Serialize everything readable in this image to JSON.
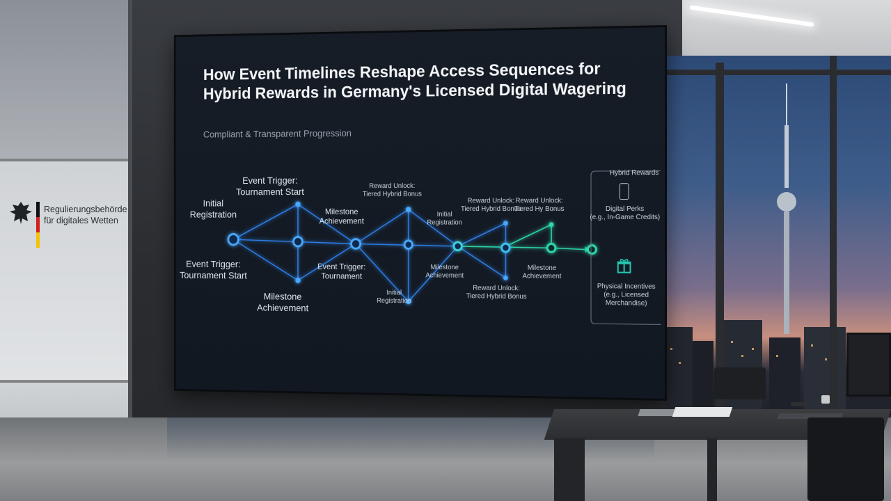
{
  "room": {
    "wall_sign": {
      "line1": "Regulierungsbehörde",
      "line2": "für digitales Wetten"
    }
  },
  "screen": {
    "title_line1": "How Event Timelines Reshape Access Sequences for",
    "title_line2": "Hybrid Rewards in Germany's Licensed Digital Wagering",
    "subtitle": "Compliant & Transparent Progression",
    "diagram": {
      "labels": {
        "initial_registration_start": [
          "Initial",
          "Registration"
        ],
        "event_trigger_top": [
          "Event Trigger:",
          "Tournament Start"
        ],
        "event_trigger_bottom": [
          "Event Trigger:",
          "Tournament Start"
        ],
        "milestone_bottom_1": [
          "Milestone",
          "Achievement"
        ],
        "milestone_top_2": [
          "Milestone",
          "Achievement"
        ],
        "event_trigger_mid": [
          "Event Trigger:",
          "Tournament"
        ],
        "reward_unlock_top_3": [
          "Reward Unlock:",
          "Tiered Hybrid Bonus"
        ],
        "initial_registration_bottom_3": [
          "Initial",
          "Registration"
        ],
        "initial_registration_top_4": [
          "Initial",
          "Registration"
        ],
        "milestone_bottom_4": [
          "Milestone",
          "Achievement"
        ],
        "reward_unlock_top_5": [
          "Reward Unlock:",
          "Tiered Hybrid Bonus"
        ],
        "reward_unlock_top_6": [
          "Reward Unlock:",
          "Tiered Hy Bonus"
        ],
        "reward_unlock_bottom_5": [
          "Reward Unlock:",
          "Tiered Hybrid Bonus"
        ],
        "milestone_bottom_6": [
          "Milestone",
          "Achievement"
        ]
      },
      "hybrid_rewards": {
        "title": "Hybrid Rewards",
        "digital": [
          "Digital Perks",
          "(e.g., In-Game Credits)"
        ],
        "physical": [
          "Physical Incentives",
          "(e.g., Licensed",
          "Merchandise)"
        ]
      }
    }
  },
  "colors": {
    "node_blue": "#2a8cff",
    "node_teal": "#20e0b0",
    "line_blue": "#2f7fe8",
    "line_teal": "#2fd9a8",
    "gift": "#22c7b0"
  }
}
